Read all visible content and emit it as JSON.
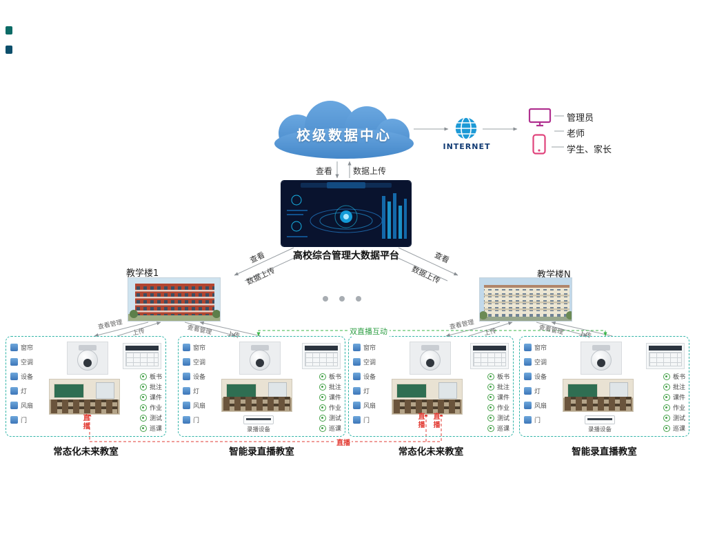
{
  "cloud": {
    "label": "校级数据中心"
  },
  "internet": {
    "label": "INTERNET"
  },
  "users": {
    "admin": "管理员",
    "teacher": "老师",
    "student_parent": "学生、家长"
  },
  "cloud_platform_links": {
    "view": "查看",
    "upload": "数据上传"
  },
  "platform": {
    "label": "高校综合管理大数据平台"
  },
  "platform_building_links": {
    "view": "查看",
    "upload": "数据上传"
  },
  "buildings": {
    "left": "教学楼1",
    "right": "教学楼N"
  },
  "building_classroom_links": {
    "view_manage": "查看管理",
    "upload": "上传"
  },
  "interaction_links": {
    "dual_live": "双直播互动",
    "live": "直播"
  },
  "classrooms": [
    {
      "title": "常态化未来教室",
      "devices": [
        "窗帘",
        "空调",
        "设备",
        "灯",
        "风扇",
        "门"
      ],
      "functions": [
        "板书",
        "批注",
        "课件",
        "作业",
        "测试",
        "巡课"
      ]
    },
    {
      "title": "智能录直播教室",
      "devices": [
        "窗帘",
        "空调",
        "设备",
        "灯",
        "风扇",
        "门"
      ],
      "functions": [
        "板书",
        "批注",
        "课件",
        "作业",
        "测试",
        "巡课"
      ],
      "recorder": "录播设备"
    },
    {
      "title": "常态化未来教室",
      "devices": [
        "窗帘",
        "空调",
        "设备",
        "灯",
        "风扇",
        "门"
      ],
      "functions": [
        "板书",
        "批注",
        "课件",
        "作业",
        "测试",
        "巡课"
      ]
    },
    {
      "title": "智能录直播教室",
      "devices": [
        "窗帘",
        "空调",
        "设备",
        "灯",
        "风扇",
        "门"
      ],
      "functions": [
        "板书",
        "批注",
        "课件",
        "作业",
        "测试",
        "巡课"
      ],
      "recorder": "录播设备"
    }
  ]
}
